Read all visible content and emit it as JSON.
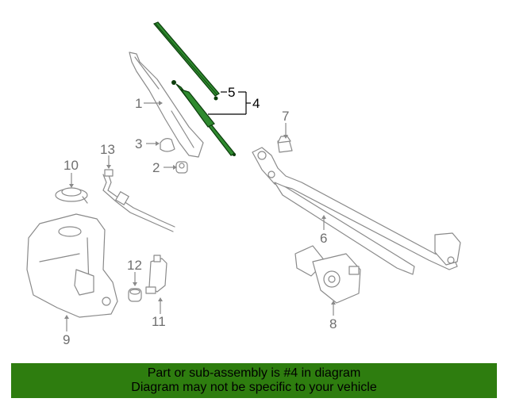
{
  "colors": {
    "highlight": "#2f8a2f",
    "banner": "#2e7d0f",
    "outline": "#8a8a8a"
  },
  "callouts": {
    "p1": "1",
    "p2": "2",
    "p3": "3",
    "p4": "4",
    "p5": "5",
    "p6": "6",
    "p7": "7",
    "p8": "8",
    "p9": "9",
    "p10": "10",
    "p11": "11",
    "p12": "12",
    "p13": "13"
  },
  "banner": {
    "line1": "Part or sub-assembly is #4 in diagram",
    "line2": "Diagram may not be specific to your vehicle"
  }
}
